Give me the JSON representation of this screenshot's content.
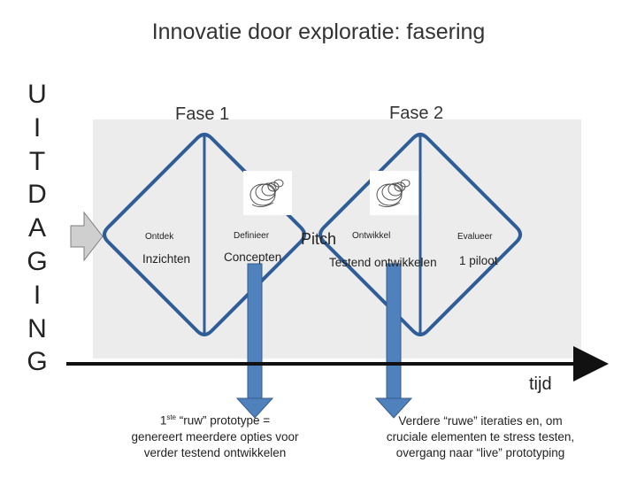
{
  "title": "Innovatie door exploratie: fasering",
  "vertical_letters": [
    "U",
    "I",
    "T",
    "D",
    "A",
    "G",
    "I",
    "N",
    "G"
  ],
  "phase1": {
    "label": "Fase 1",
    "left": "Ontdek",
    "left_sub": "Inzichten",
    "right": "Definieer",
    "right_sub": "Concepten"
  },
  "pitch": "Pitch",
  "phase2": {
    "label": "Fase 2",
    "left": "Ontwikkel",
    "left_sub": "Testend ontwikkelen",
    "right": "Evalueer",
    "right_sub": "1 piloot"
  },
  "time_axis_label": "tijd",
  "note1": {
    "ordinal": "1",
    "sup": "ste",
    "line1_rest": " “ruw” prototype =",
    "line2": "genereert meerdere opties voor",
    "line3": "verder testend ontwikkelen"
  },
  "note2": {
    "line1": "Verdere “ruwe” iteraties en, om",
    "line2": "cruciale elementen te stress testen,",
    "line3": "overgang naar “live” prototyping"
  },
  "colors": {
    "diamond": "#2f5d97",
    "arrow_fill": "#4f81bd",
    "arrow_stroke": "#385d8a",
    "panel": "#ececec",
    "input_arrow": "#cfcfcf"
  },
  "icons": [
    "spiral-sketch-icon",
    "spiral-sketch-icon",
    "input-arrow-icon"
  ]
}
